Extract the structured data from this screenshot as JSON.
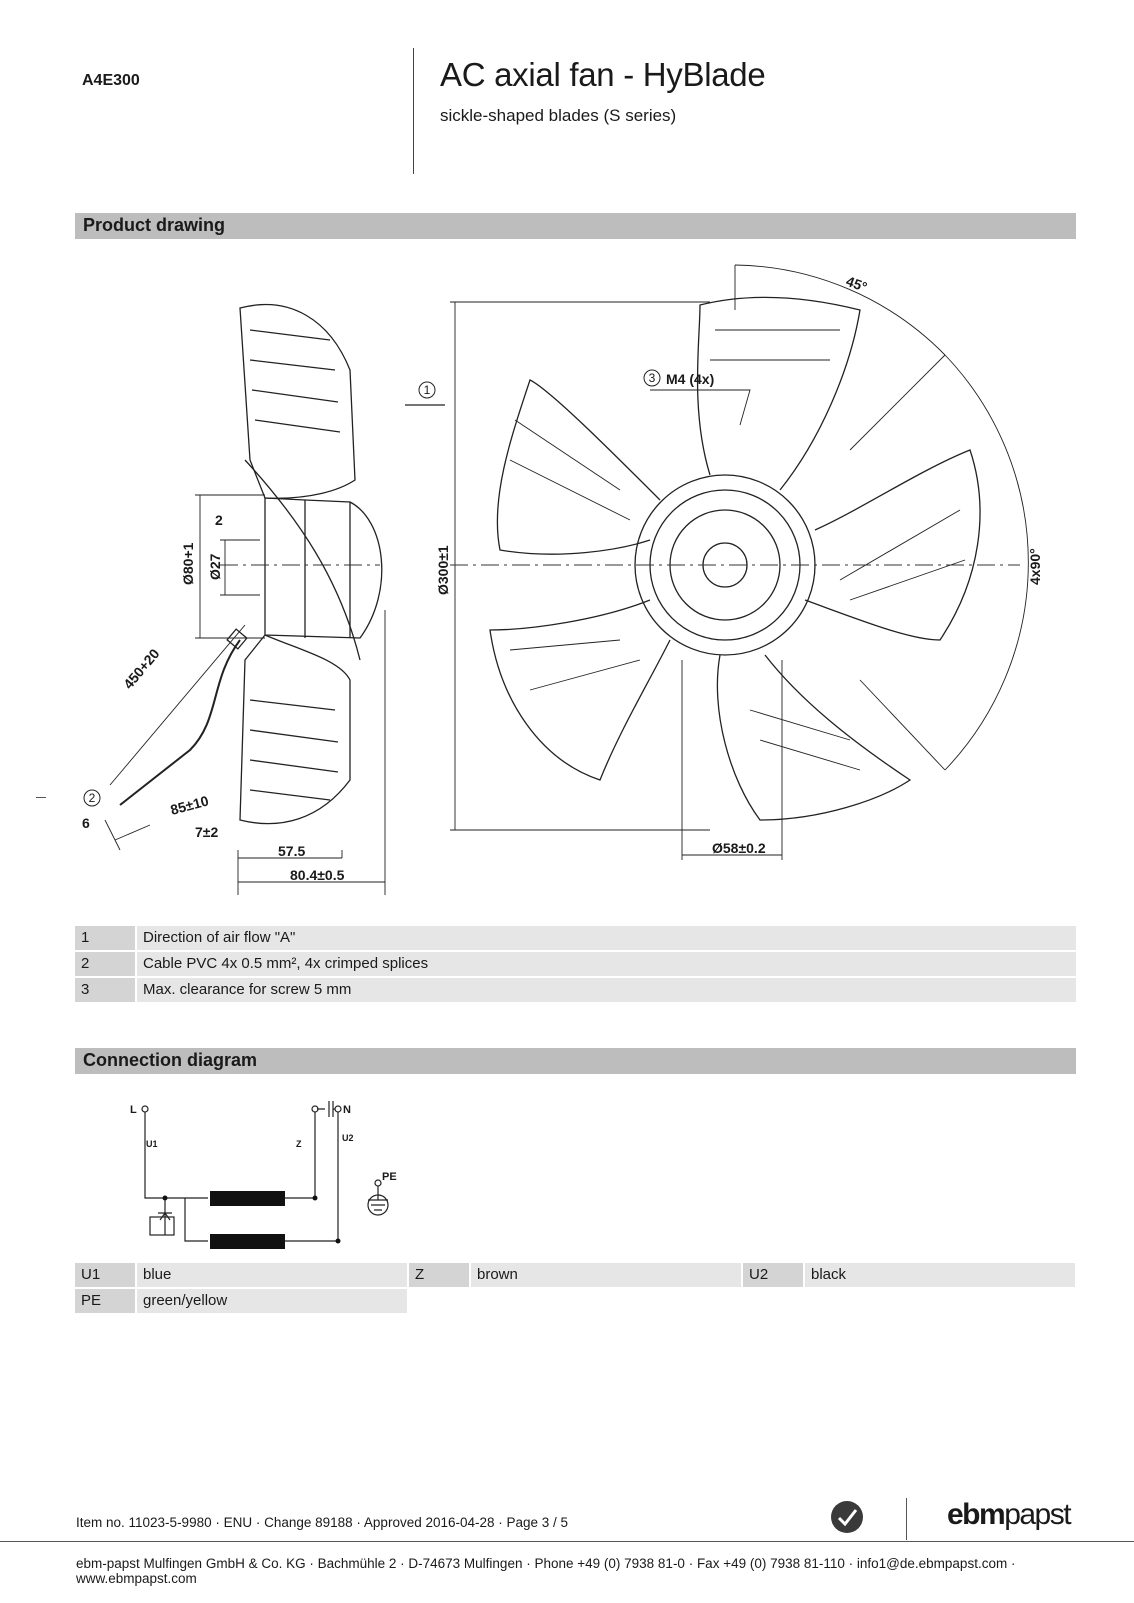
{
  "header": {
    "item_code": "A4E300",
    "title": "AC axial fan - HyBlade",
    "subtitle": "sickle-shaped blades (S series)"
  },
  "sections": {
    "product_drawing": "Product drawing",
    "connection_diagram": "Connection diagram"
  },
  "drawing_labels": {
    "angle_45": "45°",
    "angle_4x90": "4x90°",
    "screw": "M4 (4x)",
    "dia_300": "Ø300±1",
    "dia_58": "Ø58±0.2",
    "dia_80": "Ø80+1",
    "dia_27": "Ø27",
    "dim_2": "2",
    "cable_450": "450+20",
    "dim_85": "85±10",
    "dim_7": "7±2",
    "dim_6": "6",
    "dim_57": "57.5",
    "dim_80_4": "80.4±0.5",
    "callout_1": "1",
    "callout_2": "2",
    "callout_3": "3"
  },
  "legend": [
    {
      "num": "1",
      "desc": "Direction of air flow \"A\""
    },
    {
      "num": "2",
      "desc": "Cable PVC 4x 0.5 mm², 4x crimped splices"
    },
    {
      "num": "3",
      "desc": "Max. clearance for screw 5 mm"
    }
  ],
  "connection": {
    "L": "L",
    "N": "N",
    "U1": "U1",
    "Z": "Z",
    "U2": "U2",
    "PE": "PE"
  },
  "wires": {
    "row1": [
      {
        "key": "U1",
        "value": "blue"
      },
      {
        "key": "Z",
        "value": "brown"
      },
      {
        "key": "U2",
        "value": "black"
      }
    ],
    "row2": [
      {
        "key": "PE",
        "value": "green/yellow"
      }
    ]
  },
  "footer": {
    "item_line": "Item no. 11023-5-9980 · ENU · Change 89188 · Approved 2016-04-28 · Page 3 / 5",
    "company_line": "ebm-papst Mulfingen GmbH & Co. KG · Bachmühle 2 · D-74673 Mulfingen · Phone +49 (0) 7938 81-0 · Fax +49 (0) 7938 81-110 · info1@de.ebmpapst.com · www.ebmpapst.com",
    "logo_a": "ebm",
    "logo_b": "papst"
  },
  "icons": [
    "green-tech-badge-icon",
    "earth-ground-icon",
    "capacitor-icon"
  ]
}
